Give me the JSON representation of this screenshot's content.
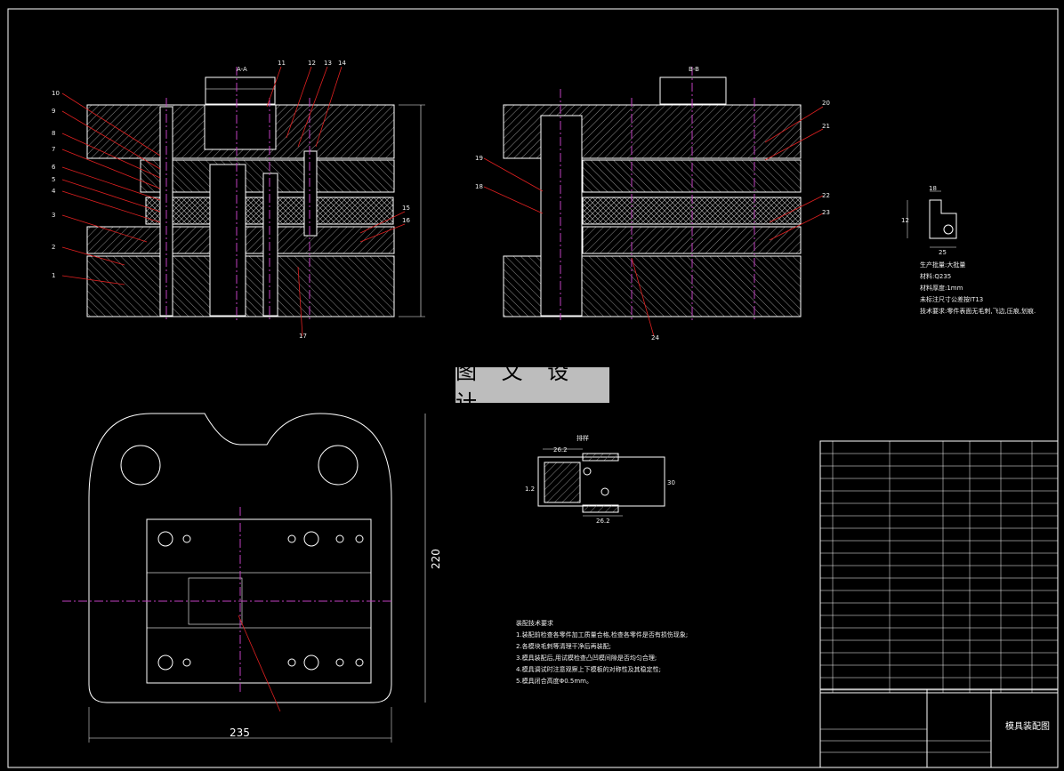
{
  "drawing": {
    "title": "模具装配图",
    "watermark": "图 文 设 计",
    "section_labels": {
      "left": "A-A",
      "right": "B-B"
    },
    "dimensions": {
      "width": "235",
      "height": "220",
      "strip_width1": "26.2",
      "strip_width2": "26.2",
      "strip_gap": "1.2",
      "strip_side": "30",
      "part_dim1": "18",
      "part_dim2": "12",
      "part_dim3": "25"
    },
    "part_numbers_left": [
      "10",
      "9",
      "8",
      "7",
      "6",
      "5",
      "4",
      "3",
      "2",
      "1",
      "11",
      "12",
      "13",
      "14",
      "15",
      "16",
      "17"
    ],
    "part_numbers_right": [
      "19",
      "18",
      "20",
      "21",
      "22",
      "23",
      "24"
    ],
    "part_spec": {
      "header": "生产批量:大批量",
      "material": "材料:Q235",
      "thickness": "材料厚度:1mm",
      "tolerance": "未标注尺寸公差按IT13",
      "requirement": "技术要求:零件表面无毛刺,飞边,压痕,划痕."
    },
    "strip_label": "排样",
    "tech_requirements": {
      "title": "装配技术要求",
      "items": [
        "1.装配前检查各零件加工质量合格,检查各零件是否有损伤现象;",
        "2.各模块毛刺等清理干净后再装配;",
        "3.模具装配后,用试模检查凸凹模间隙是否均匀合理;",
        "4.模具调试时注意观察上下模板的对称性及其稳定性;",
        "5.模具闭合高度Φ0.5mm。"
      ]
    },
    "colors": {
      "line": "#ffffff",
      "hatch": "#9a9a9a",
      "center": "#c040c0",
      "leader": "#e02020",
      "cyan": "#30c0c0",
      "green": "#30c030",
      "yellow": "#d0d030"
    }
  }
}
